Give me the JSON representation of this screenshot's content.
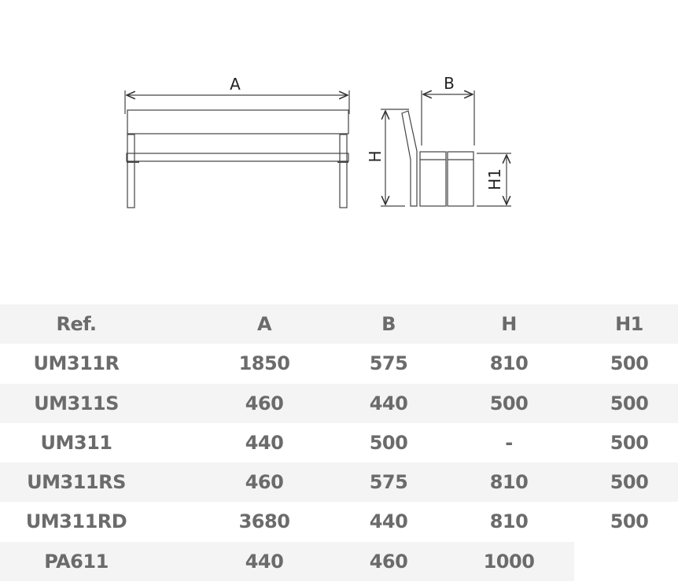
{
  "diagram": {
    "labels": {
      "a": "A",
      "b": "B",
      "h": "H",
      "h1": "H1"
    },
    "line_color": "#333333"
  },
  "table": {
    "headers": [
      "Ref.",
      "A",
      "B",
      "H",
      "H1"
    ],
    "rows": [
      [
        "UM311R",
        "1850",
        "575",
        "810",
        "500"
      ],
      [
        "UM311S",
        "460",
        "440",
        "500",
        "500"
      ],
      [
        "UM311",
        "440",
        "500",
        "-",
        "500"
      ],
      [
        "UM311RS",
        "460",
        "575",
        "810",
        "500"
      ],
      [
        "UM311RD",
        "3680",
        "440",
        "810",
        "500"
      ],
      [
        "PA611",
        "440",
        "460",
        "1000",
        ""
      ]
    ]
  }
}
